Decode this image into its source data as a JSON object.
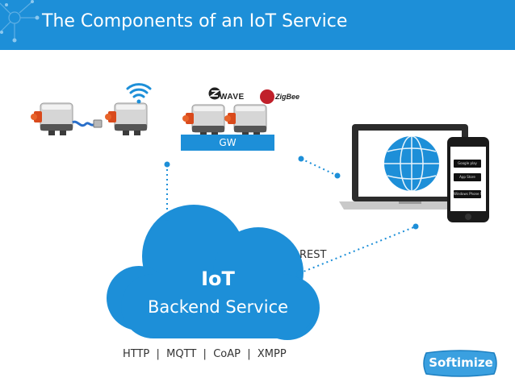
{
  "header": {
    "title": "The Components of an IoT Service",
    "background_color": "#1d8fd8"
  },
  "gateway": {
    "label": "GW"
  },
  "protocols_logos": {
    "zwave": "WAVE",
    "zigbee": "ZigBee"
  },
  "cloud": {
    "title": "IoT",
    "subtitle": "Backend Service",
    "color": "#1d8fd8"
  },
  "connections": {
    "rest_label": "REST"
  },
  "protocols_line": "HTTP  |  MQTT  |  CoAP  |  XMPP",
  "brand": {
    "name": "Softimize"
  },
  "phone_badges": [
    "Google play",
    "App Store",
    "Windows Phone Store"
  ],
  "icons": [
    "network-circle-icon",
    "wifi-icon",
    "globe-icon",
    "sensor-icon",
    "usb-plug-icon"
  ]
}
